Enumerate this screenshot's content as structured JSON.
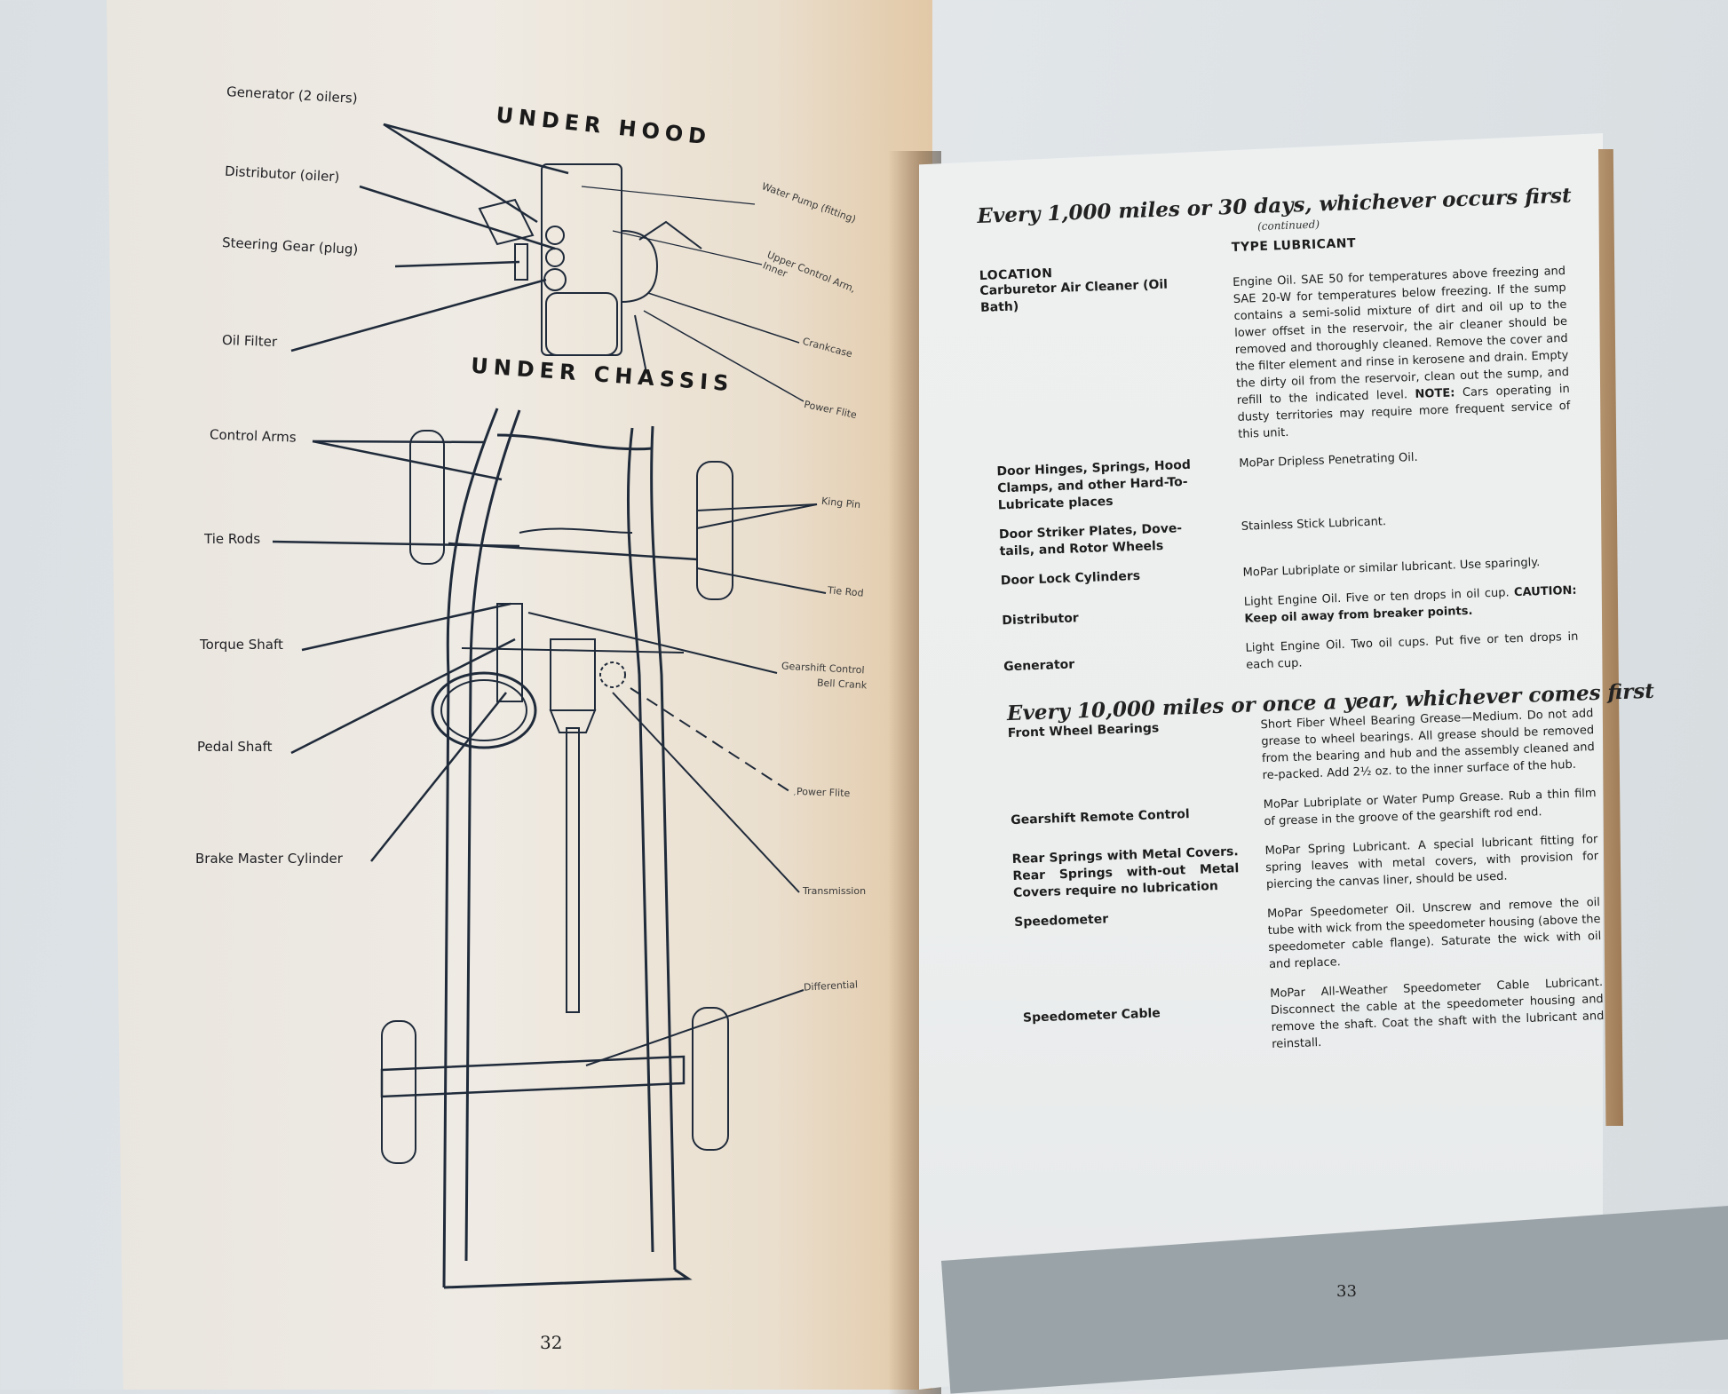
{
  "left_page": {
    "page_number": "32",
    "under_hood": {
      "title": "UNDER HOOD",
      "labels_left": [
        "Generator (2 oilers)",
        "Distributor (oiler)",
        "Steering Gear (plug)",
        "Oil Filter"
      ],
      "labels_right": [
        "Water Pump (fitting)",
        "Upper Control Arm, Inner",
        "Crankcase",
        "Power Flite"
      ]
    },
    "under_chassis": {
      "title": "UNDER CHASSIS",
      "labels_left": [
        "Control Arms",
        "Tie Rods",
        "Torque Shaft",
        "Pedal Shaft",
        "Brake Master Cylinder"
      ],
      "labels_right": [
        "King Pin",
        "Tie Rod",
        "Gearshift Control",
        "Bell Crank",
        "Power Flite",
        "Transmission",
        "Differential"
      ]
    }
  },
  "right_page": {
    "page_number": "33",
    "section1": {
      "heading": "Every 1,000 miles or 30 days, whichever occurs first",
      "subheading": "(continued)",
      "col_location": "LOCATION",
      "col_lubricant": "TYPE LUBRICANT",
      "rows": [
        {
          "location": "Carburetor Air Cleaner (Oil Bath)",
          "lubricant": "Engine Oil. SAE 50 for temperatures above freezing and SAE 20-W for temperatures below freezing. If the sump contains a semi-solid mixture of dirt and oil up to the lower offset in the reservoir, the air cleaner should be removed and thoroughly cleaned. Remove the cover and the filter element and rinse in kerosene and drain. Empty the dirty oil from the reservoir, clean out the sump, and refill to the indicated level.",
          "note_label": "NOTE:",
          "note": "Cars operating in dusty territories may require more frequent service of this unit."
        },
        {
          "location": "Door Hinges, Springs, Hood Clamps, and other Hard-To-Lubricate places",
          "lubricant": "MoPar Dripless Penetrating Oil."
        },
        {
          "location": "Door Striker Plates, Dove-tails, and Rotor Wheels",
          "lubricant": "Stainless Stick Lubricant."
        },
        {
          "location": "Door Lock Cylinders",
          "lubricant": "MoPar Lubriplate or similar lubricant. Use sparingly."
        },
        {
          "location": "Distributor",
          "lubricant": "Light Engine Oil. Five or ten drops in oil cup.",
          "caution": "CAUTION: Keep oil away from breaker points."
        },
        {
          "location": "Generator",
          "lubricant": "Light Engine Oil. Two oil cups. Put five or ten drops in each cup."
        }
      ]
    },
    "section2": {
      "heading": "Every 10,000 miles or once a year, whichever comes first",
      "rows": [
        {
          "location": "Front Wheel Bearings",
          "lubricant": "Short Fiber Wheel Bearing Grease—Medium. Do not add grease to wheel bearings. All grease should be removed from the bearing and hub and the assembly cleaned and re-packed. Add 2½ oz. to the inner surface of the hub."
        },
        {
          "location": "Gearshift Remote Control",
          "lubricant": "MoPar Lubriplate or Water Pump Grease. Rub a thin film of grease in the groove of the gearshift rod end."
        },
        {
          "location": "Rear Springs with Metal Covers. Rear Springs with-out Metal Covers require no lubrication",
          "lubricant": "MoPar Spring Lubricant. A special lubricant fitting for spring leaves with metal covers, with provision for piercing the canvas liner, should be used."
        },
        {
          "location": "Speedometer",
          "lubricant": "MoPar Speedometer Oil. Unscrew and remove the oil tube with wick from the speedometer housing (above the speedometer cable flange). Saturate the wick with oil and replace."
        },
        {
          "location": "Speedometer Cable",
          "lubricant": "MoPar All-Weather Speedometer Cable Lubricant. Disconnect the cable at the speedometer housing and remove the shaft. Coat the shaft with the lubricant and reinstall."
        }
      ]
    }
  }
}
